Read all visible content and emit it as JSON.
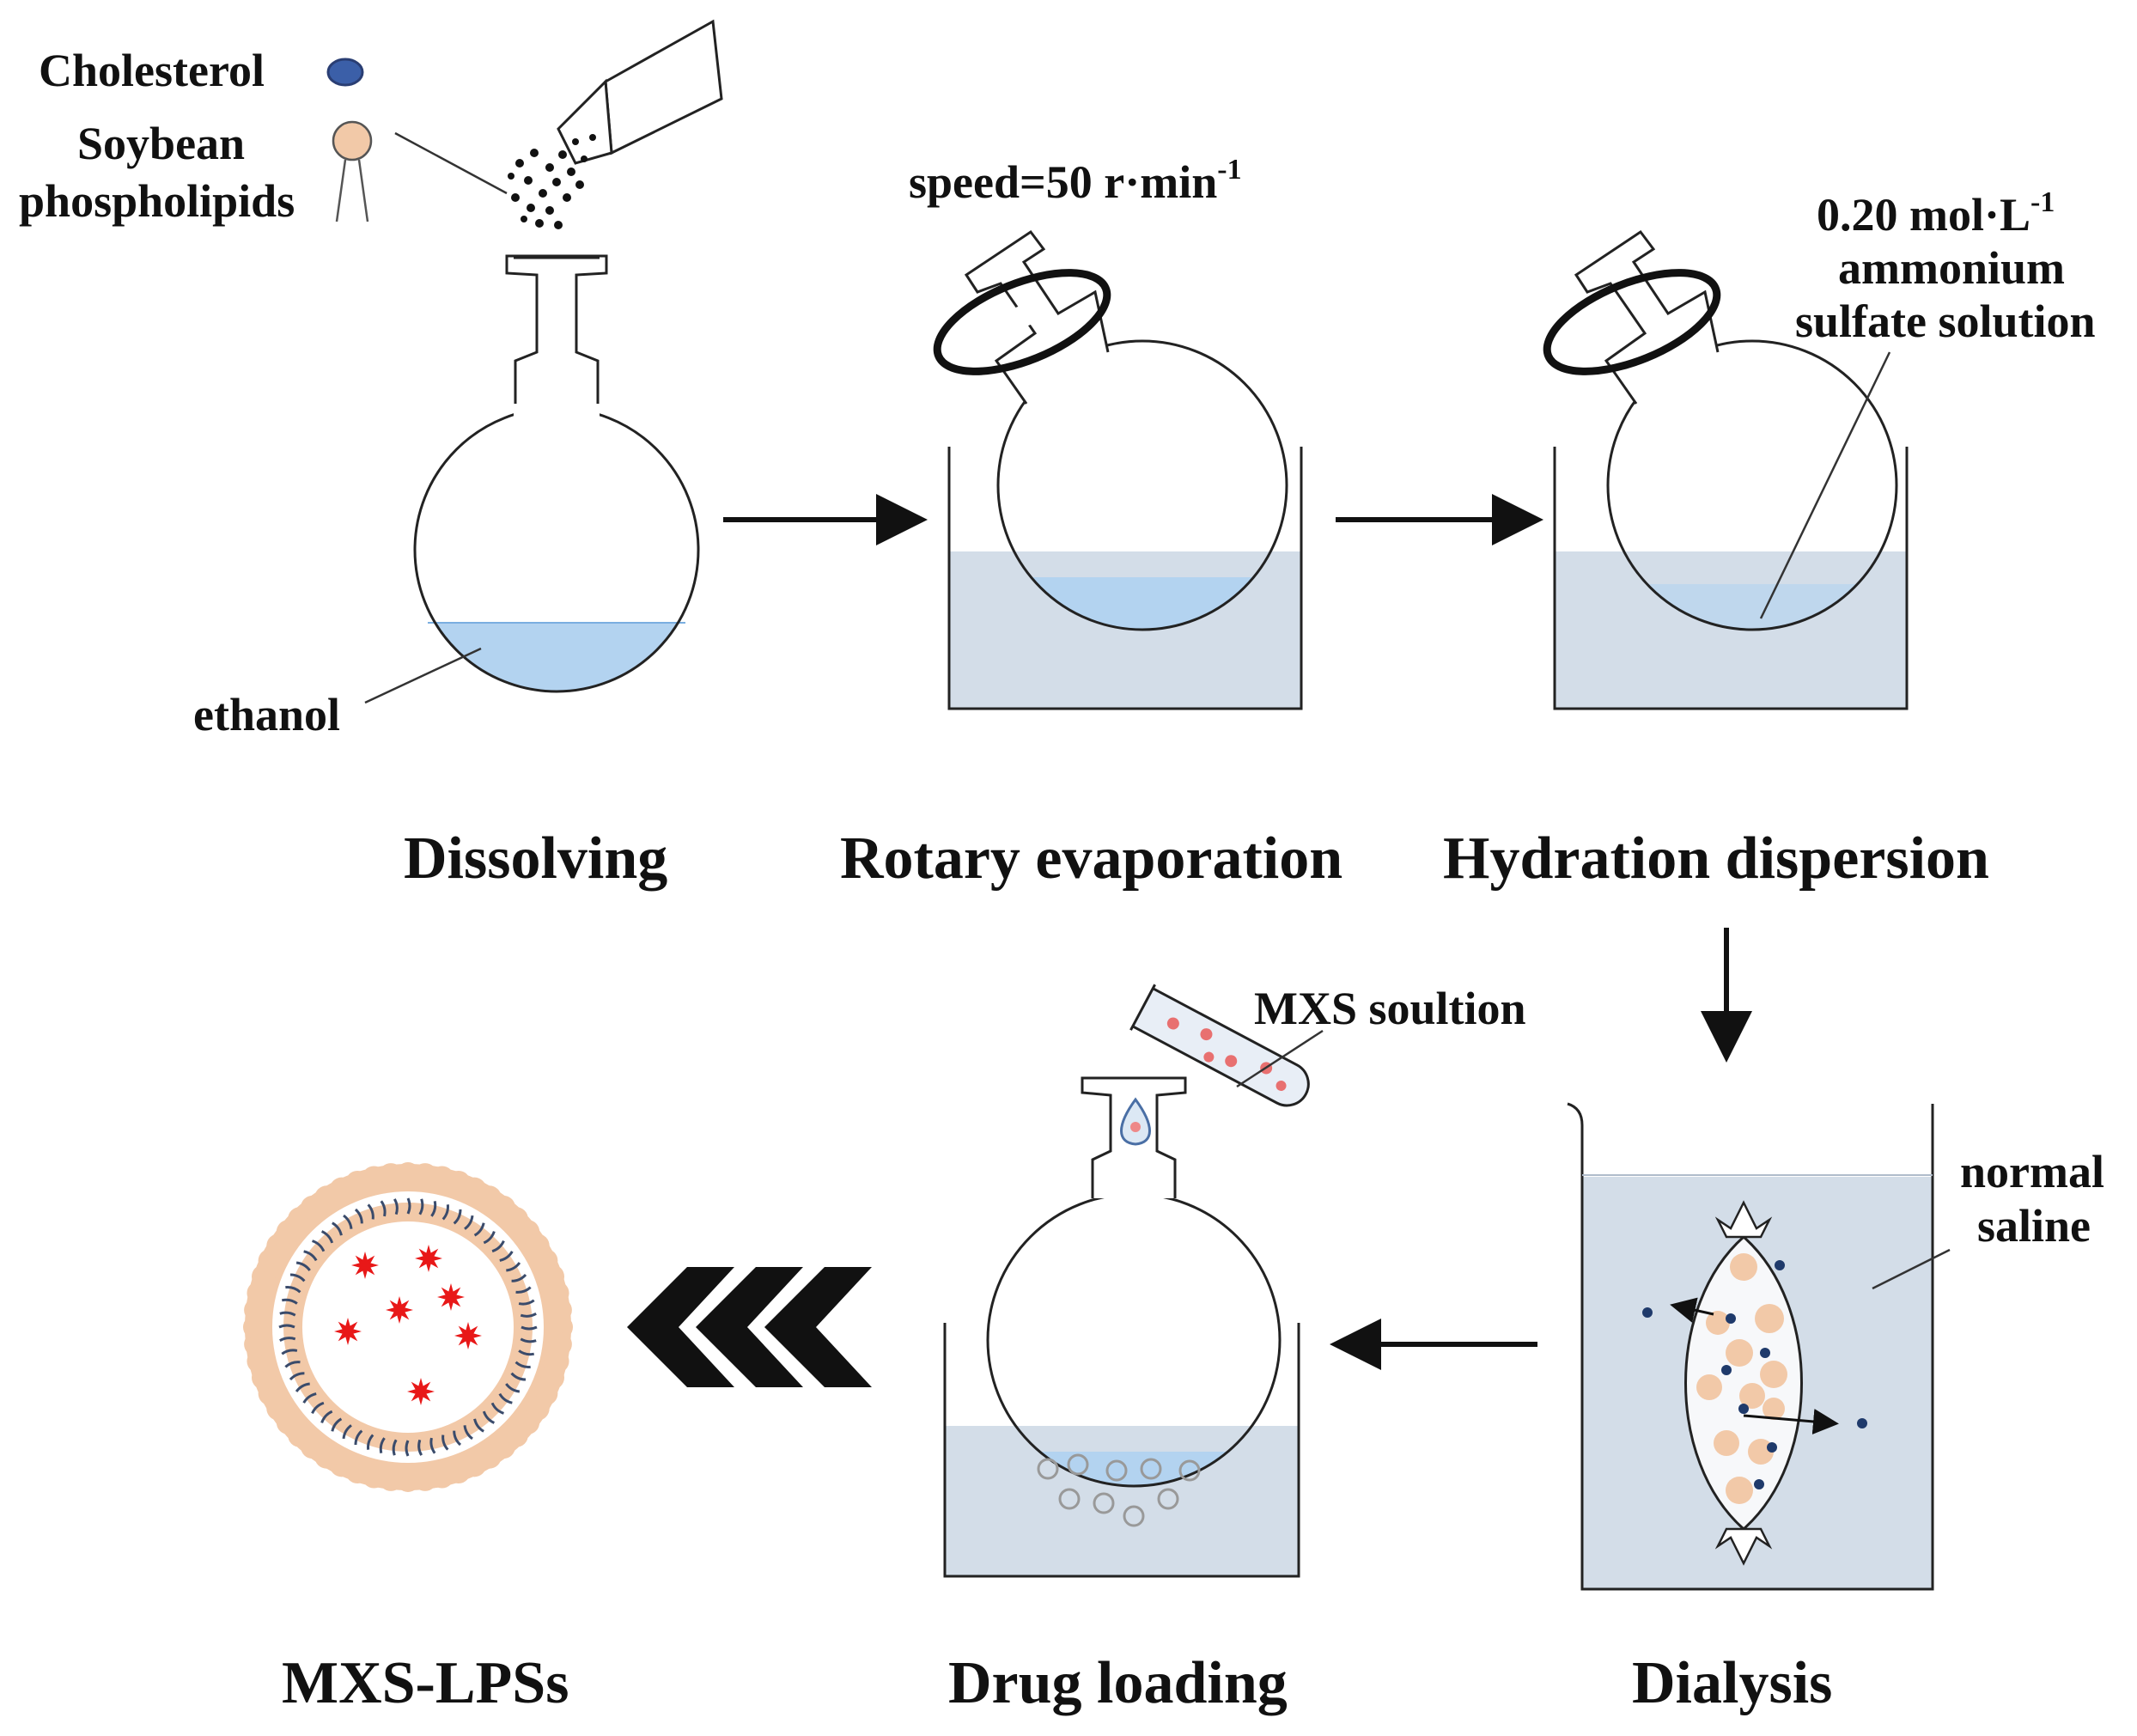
{
  "legend": {
    "cholesterol": "Cholesterol",
    "soybean_line1": "Soybean",
    "soybean_line2": "phospholipids"
  },
  "labels": {
    "ethanol": "ethanol",
    "speed_base": "speed=50 r·min",
    "speed_sup": "-1",
    "ammonium_line1_base": "0.20 mol·L",
    "ammonium_line1_sup": "-1",
    "ammonium_line2": "ammonium",
    "ammonium_line3": "sulfate solution",
    "mxs_solution": "MXS soultion",
    "normal_line1": "normal",
    "normal_line2": "saline"
  },
  "stages": {
    "dissolving": "Dissolving",
    "rotary": "Rotary evaporation",
    "hydration": "Hydration dispersion",
    "dialysis": "Dialysis",
    "drug_loading": "Drug loading",
    "product": "MXS-LPSs"
  },
  "colors": {
    "ethanol": "#b3d3f0",
    "bath": "#d3dde8",
    "film": "#4a9ee6",
    "phospholipid": "#f2c9a8",
    "cholesterol": "#1f3a6b",
    "drug": "#e81818",
    "outline": "#222222"
  }
}
